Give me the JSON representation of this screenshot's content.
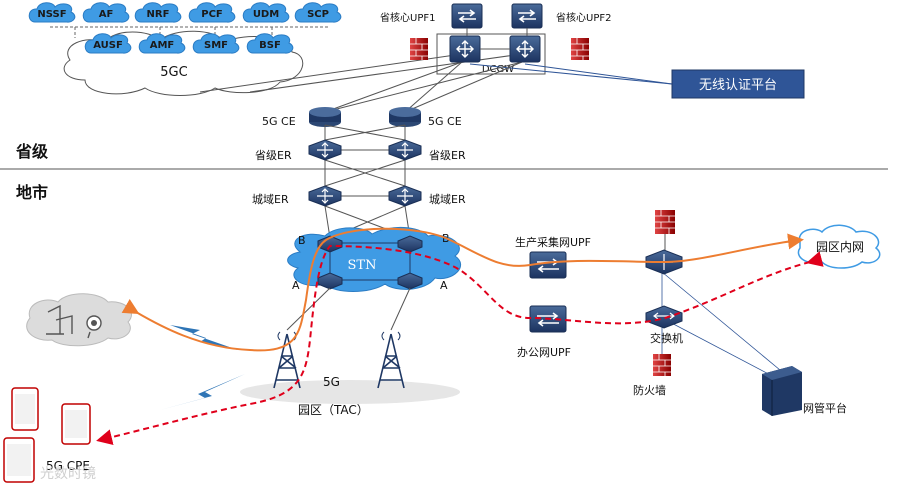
{
  "core_functions_top": [
    "NSSF",
    "AF",
    "NRF",
    "PCF",
    "UDM",
    "SCP"
  ],
  "core_functions_bottom": [
    "AUSF",
    "AMF",
    "SMF",
    "BSF"
  ],
  "core_cloud_label": "5GC",
  "upf1_label": "省核心UPF1",
  "upf2_label": "省核心UPF2",
  "dcgw_label": "DCGW",
  "wireless_auth_label": "无线认证平台",
  "ce_label": "5G CE",
  "prov_er_label": "省级ER",
  "city_er_label": "城域ER",
  "level_province": "省级",
  "level_city": "地市",
  "stn_label": "STN",
  "node_b": "B",
  "node_a": "A",
  "prod_upf_label": "生产采集网UPF",
  "office_upf_label": "办公网UPF",
  "campus_net_label": "园区内网",
  "switch_label": "交换机",
  "firewall_label": "防火墙",
  "nms_label": "网管平台",
  "five_g_label": "5G",
  "tac_label": "园区（TAC）",
  "cpe_label": "5G CPE",
  "watermark": "光数时镜",
  "colors": {
    "cloud": "#3f9be4",
    "router_dark": "#1f3864",
    "upf_dark": "#2e4d7a",
    "orange_path": "#ed7d31",
    "red_path": "#e0001b",
    "auth_box": "#2f5597",
    "firewall_red": "#c00000"
  }
}
